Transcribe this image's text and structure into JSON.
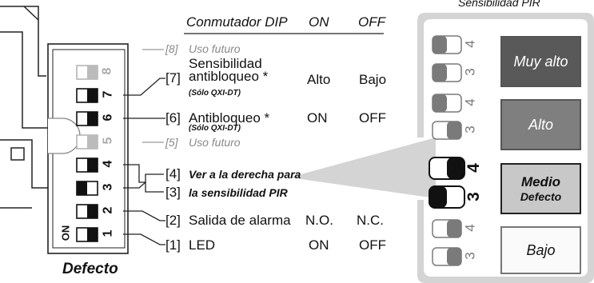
{
  "header": {
    "switch": "Conmutador DIP",
    "on": "ON",
    "off": "OFF"
  },
  "panel_title": "Sensibilidad PIR",
  "default_label": "Defecto",
  "on_marker": "ON",
  "switch_numbers": [
    "8",
    "7",
    "6",
    "5",
    "4",
    "3",
    "2",
    "1"
  ],
  "rows": [
    {
      "num": "[8]",
      "name": "Uso futuro",
      "note": "",
      "on": "",
      "off": ""
    },
    {
      "num": "[7]",
      "name": "Sensibilidad antibloqueo *",
      "note": "(Sólo QXI-DT)",
      "on": "Alto",
      "off": "Bajo"
    },
    {
      "num": "[6]",
      "name": "Antibloqueo *",
      "note": "(Sólo QXI-DT)",
      "on": "ON",
      "off": "OFF"
    },
    {
      "num": "[5]",
      "name": "Uso futuro",
      "note": "",
      "on": "",
      "off": ""
    },
    {
      "num": "[4]",
      "name": "Ver a la derecha para",
      "note": "",
      "on": "",
      "off": ""
    },
    {
      "num": "[3]",
      "name": "la sensibilidad PIR",
      "note": "",
      "on": "",
      "off": ""
    },
    {
      "num": "[2]",
      "name": "Salida de alarma",
      "note": "",
      "on": "N.O.",
      "off": "N.C."
    },
    {
      "num": "[1]",
      "name": "LED",
      "note": "",
      "on": "ON",
      "off": "OFF"
    }
  ],
  "sensitivity": [
    {
      "label": "Muy alto",
      "sub": "",
      "sw4": "4",
      "sw3": "3"
    },
    {
      "label": "Alto",
      "sub": "",
      "sw4": "4",
      "sw3": "3"
    },
    {
      "label": "Medio",
      "sub": "Defecto",
      "sw4": "4",
      "sw3": "3"
    },
    {
      "label": "Bajo",
      "sub": "",
      "sw4": "4",
      "sw3": "3"
    }
  ],
  "colors": {
    "dark": "#1a1a1a",
    "muted": "#8a8a8a",
    "panel": "#d4d4d4",
    "box_dark": "#595959",
    "box_mid": "#7f7f7f",
    "box_light": "#c8c8c8"
  }
}
